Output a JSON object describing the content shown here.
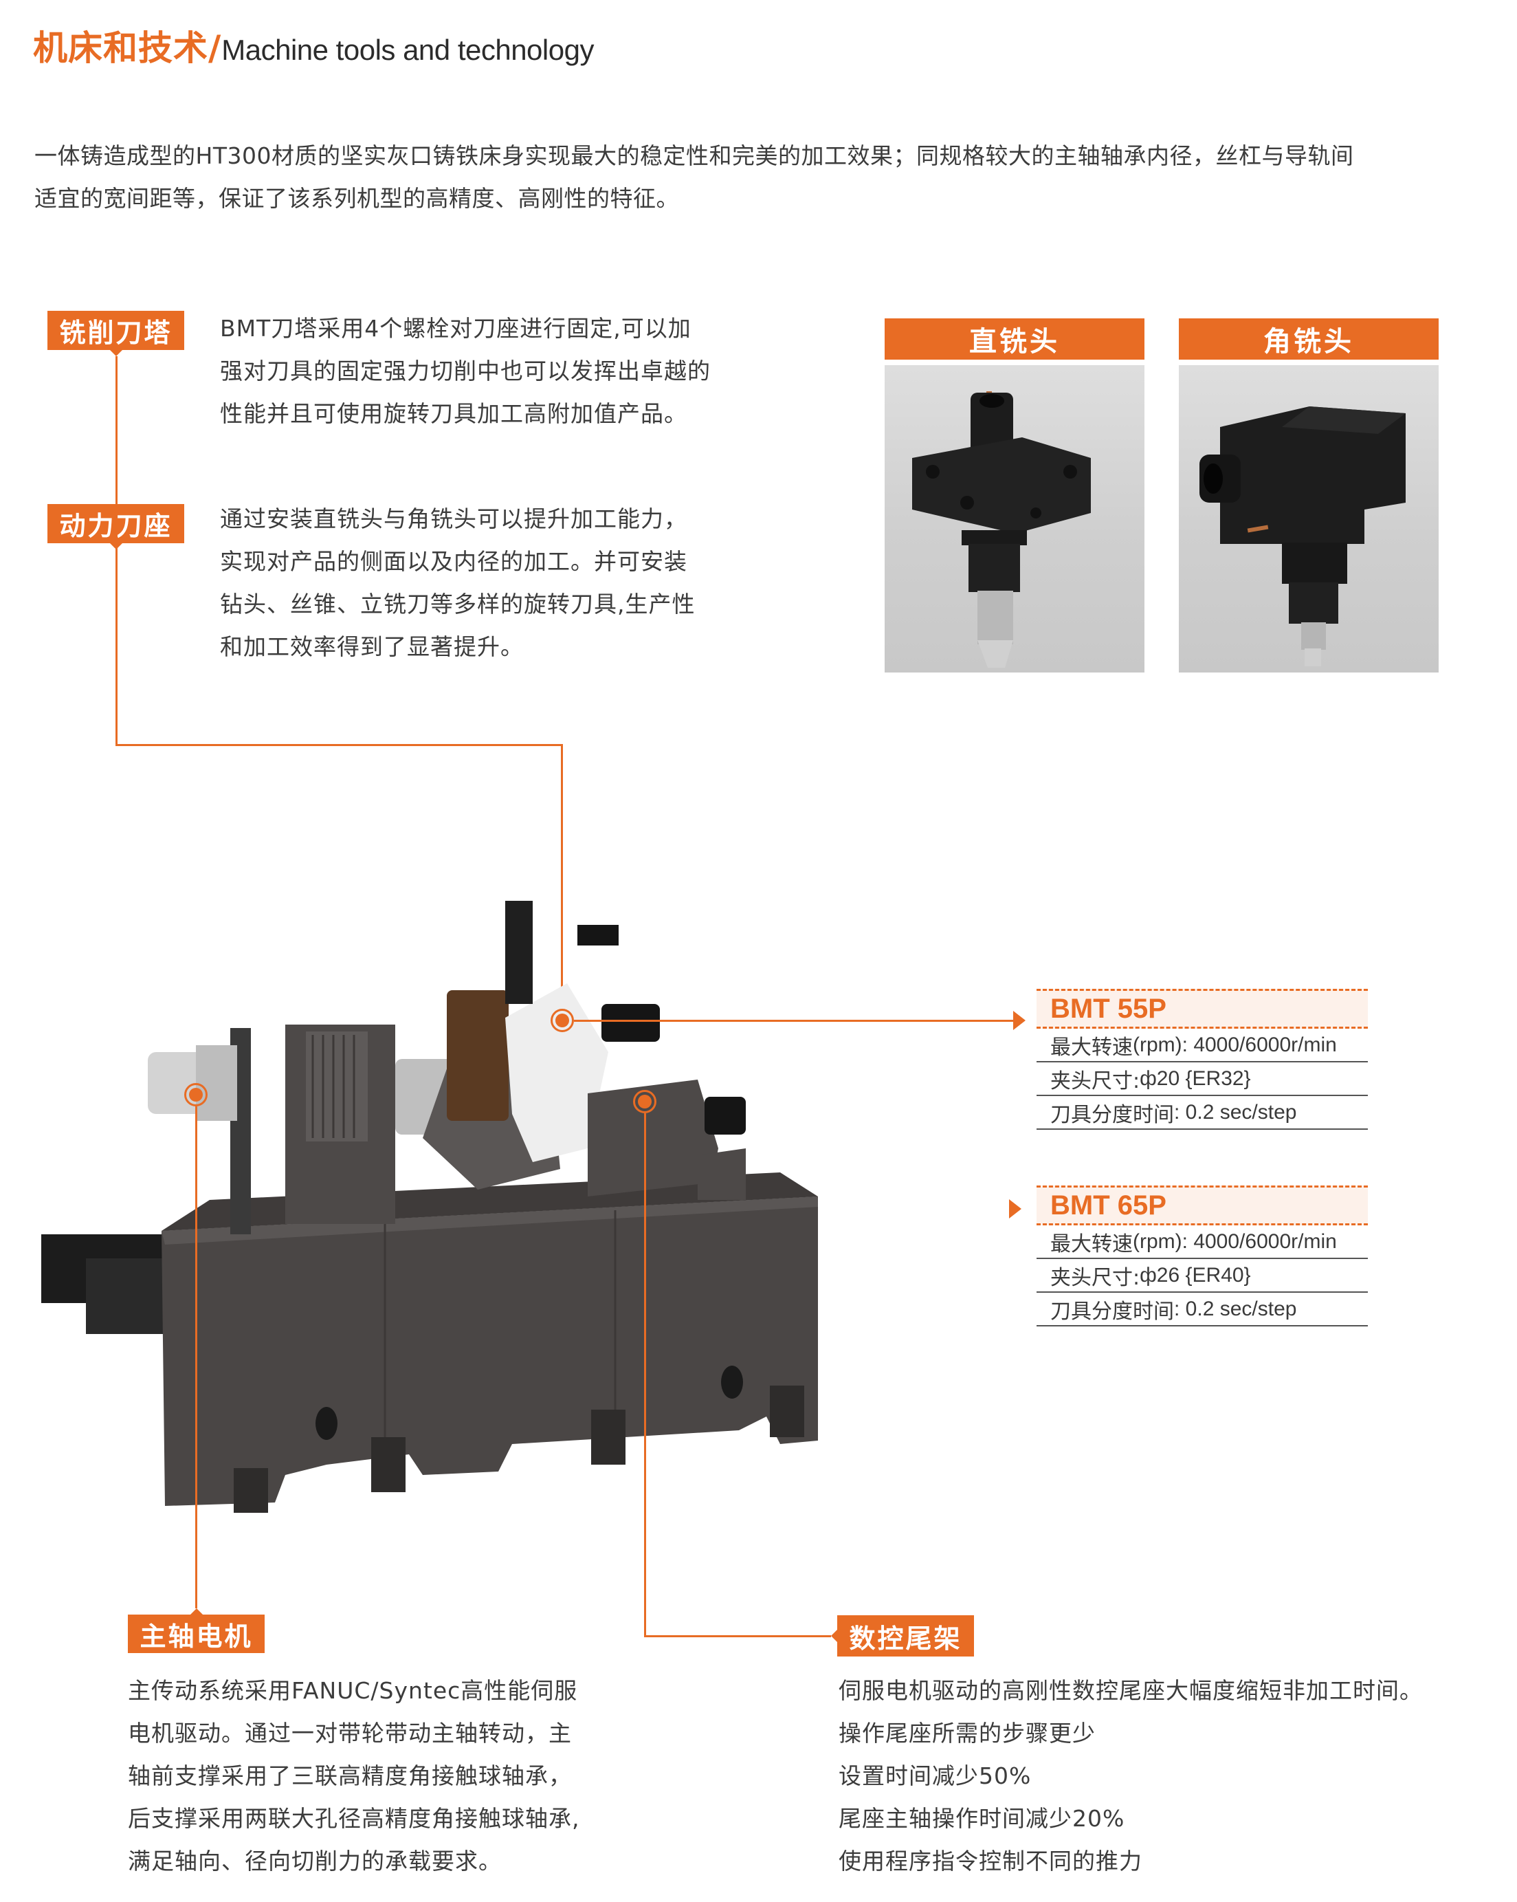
{
  "header": {
    "title_zh": "机床和技术/",
    "title_en": "Machine tools and technology"
  },
  "intro": {
    "line1": "一体铸造成型的HT300材质的坚实灰口铸铁床身实现最大的稳定性和完美的加工效果；同规格较大的主轴轴承内径，丝杠与导轨间",
    "line2": "适宜的宽间距等，保证了该系列机型的高精度、高刚性的特征。"
  },
  "features": {
    "turret": {
      "label": "铣削刀塔",
      "lines": [
        "BMT刀塔采用4个螺栓对刀座进行固定,可以加",
        "强对刀具的固定强力切削中也可以发挥出卓越的",
        "性能并且可使用旋转刀具加工高附加值产品。"
      ]
    },
    "power_holder": {
      "label": "动力刀座",
      "lines": [
        "通过安装直铣头与角铣头可以提升加工能力，",
        "实现对产品的侧面以及内径的加工。并可安装",
        "钻头、丝锥、立铣刀等多样的旋转刀具,生产性",
        "和加工效率得到了显著提升。"
      ]
    },
    "spindle_motor": {
      "label": "主轴电机",
      "lines": [
        "主传动系统采用FANUC/Syntec高性能伺服",
        "电机驱动。通过一对带轮带动主轴转动，主",
        "轴前支撑采用了三联高精度角接触球轴承，",
        "后支撑采用两联大孔径高精度角接触球轴承,",
        "满足轴向、径向切削力的承载要求。"
      ]
    },
    "cnc_tailstock": {
      "label": "数控尾架",
      "lines": [
        "伺服电机驱动的高刚性数控尾座大幅度缩短非加工时间。",
        "操作尾座所需的步骤更少",
        "设置时间减少50%",
        "尾座主轴操作时间减少20%",
        "使用程序指令控制不同的推力"
      ]
    }
  },
  "photos": [
    {
      "label": "直铣头"
    },
    {
      "label": "角铣头"
    }
  ],
  "specs": [
    {
      "model": "BMT 55P",
      "rows": [
        {
          "key": "最大转速",
          "key_en": "(rpm): 4000/6000r/min"
        },
        {
          "key": "夹头尺寸: ",
          "key_en": "ф20 {ER32}"
        },
        {
          "key": "刀具分度时间",
          "key_en": ": 0.2 sec/step"
        }
      ]
    },
    {
      "model": "BMT 65P",
      "rows": [
        {
          "key": "最大转速",
          "key_en": "(rpm): 4000/6000r/min"
        },
        {
          "key": "夹头尺寸: ",
          "key_en": "ф26 {ER40}"
        },
        {
          "key": "刀具分度时间",
          "key_en": ": 0.2 sec/step"
        }
      ]
    }
  ],
  "colors": {
    "accent": "#e86c24",
    "spec_header_bg": "#fdf1ea",
    "text": "#3c3c3c",
    "machine_body": "#4a4645"
  }
}
